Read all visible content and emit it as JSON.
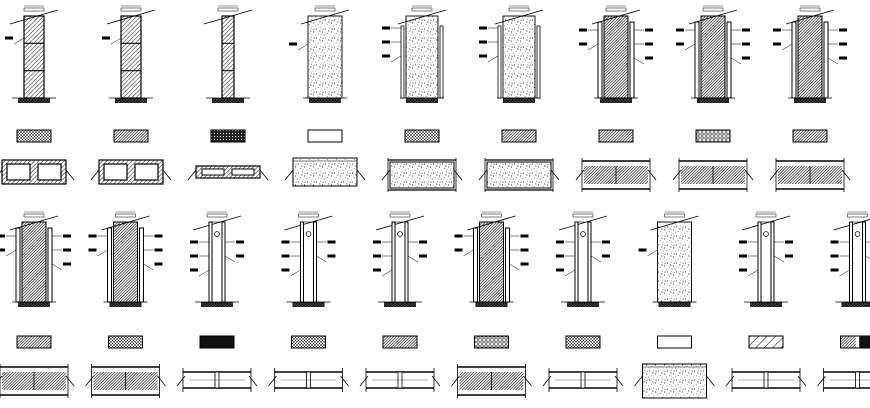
{
  "drawing": {
    "background": "#ffffff",
    "ink": "#000000",
    "rows": [
      {
        "id": "row-1",
        "items": [
          {
            "id": "1",
            "wall": "block-cells",
            "swatch": "crosshatch",
            "plan": "hollow-block"
          },
          {
            "id": "2",
            "wall": "block-cells",
            "swatch": "hatch-dense",
            "plan": "hollow-block"
          },
          {
            "id": "3",
            "wall": "hatch-thin",
            "swatch": "dots-dark",
            "plan": "thin-cavity"
          },
          {
            "id": "4",
            "wall": "concrete",
            "swatch": "empty",
            "plan": "concrete"
          },
          {
            "id": "5",
            "wall": "concrete-framed",
            "swatch": "crosshatch",
            "plan": "concrete-framed"
          },
          {
            "id": "6",
            "wall": "concrete-framed",
            "swatch": "hatch-dense",
            "plan": "concrete-framed"
          },
          {
            "id": "7",
            "wall": "dark-framed",
            "swatch": "hatch-dense",
            "plan": "dark-insulated"
          },
          {
            "id": "8",
            "wall": "dark-framed",
            "swatch": "circles",
            "plan": "dark-insulated"
          },
          {
            "id": "9",
            "wall": "dark-framed",
            "swatch": "hatch-dense",
            "plan": "dark-insulated"
          }
        ]
      },
      {
        "id": "row-2",
        "items": [
          {
            "id": "10",
            "wall": "dark-framed",
            "swatch": "hatch-dense",
            "plan": "dark-insulated"
          },
          {
            "id": "11",
            "wall": "dark-framed",
            "swatch": "crosshatch",
            "plan": "dark-insulated"
          },
          {
            "id": "12",
            "wall": "stud",
            "swatch": "dark",
            "plan": "stud"
          },
          {
            "id": "13",
            "wall": "stud",
            "swatch": "crosshatch",
            "plan": "stud"
          },
          {
            "id": "14",
            "wall": "stud",
            "swatch": "hatch-dense",
            "plan": "stud"
          },
          {
            "id": "15",
            "wall": "dark-framed",
            "swatch": "circles",
            "plan": "dark-insulated"
          },
          {
            "id": "16",
            "wall": "stud",
            "swatch": "crosshatch",
            "plan": "stud"
          },
          {
            "id": "17",
            "wall": "concrete",
            "swatch": "empty",
            "plan": "concrete-thick"
          },
          {
            "id": "18",
            "wall": "stud",
            "swatch": "diagonal",
            "plan": "stud"
          },
          {
            "id": "19",
            "wall": "stud",
            "swatch": "half-dark",
            "plan": "stud"
          }
        ]
      }
    ]
  }
}
